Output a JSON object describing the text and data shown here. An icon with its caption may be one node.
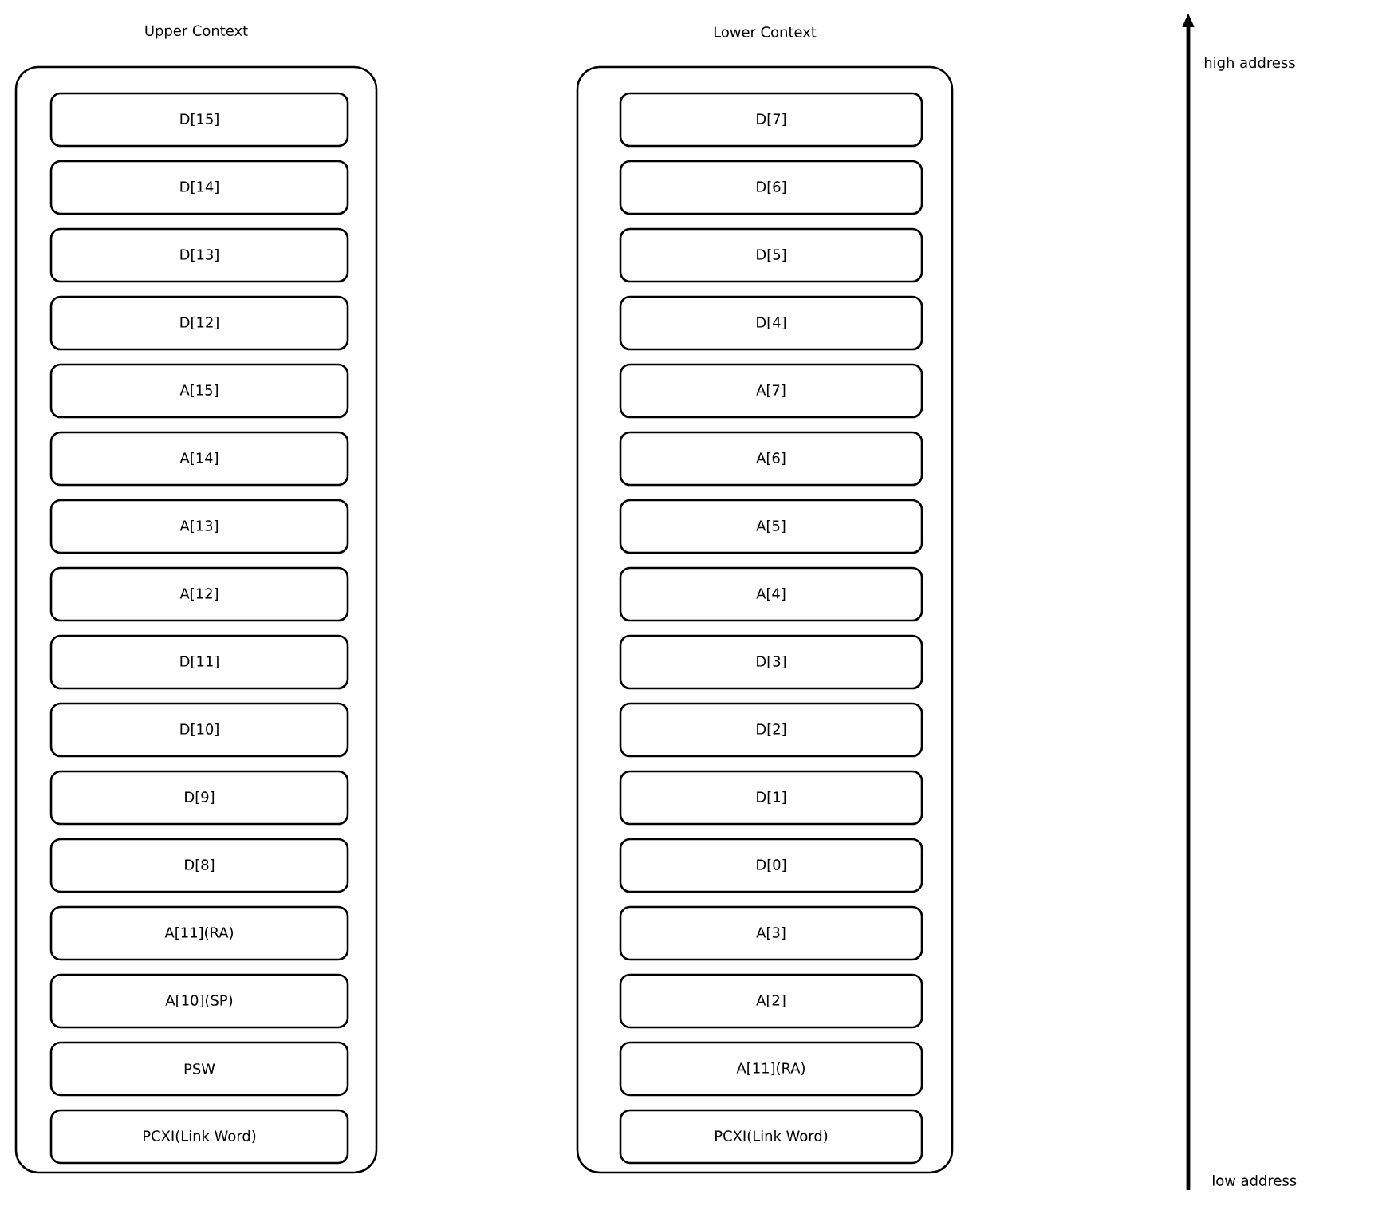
{
  "diagram": {
    "nodes": [
      {
        "text": [
          "Upper Context"
        ]
      },
      {
        "text": [
          "D[15]"
        ],
        "in": 0
      },
      {
        "text": [
          "D[14]"
        ],
        "in": 0
      },
      {
        "text": [
          "D[13]"
        ],
        "in": 0
      },
      {
        "text": [
          "D[12]"
        ],
        "in": 0
      },
      {
        "text": [
          "A[15]"
        ],
        "in": 0
      },
      {
        "text": [
          "A[14]"
        ],
        "in": 0
      },
      {
        "text": [
          "A[13]"
        ],
        "in": 0
      },
      {
        "text": [
          "A[12]"
        ],
        "in": 0
      },
      {
        "text": [
          "D[11]"
        ],
        "in": 0
      },
      {
        "text": [
          "D[10]"
        ],
        "in": 0
      },
      {
        "text": [
          "D[9]"
        ],
        "in": 0
      },
      {
        "text": [
          "D[8]"
        ],
        "in": 0
      },
      {
        "text": [
          "A[11](RA)"
        ],
        "in": 0
      },
      {
        "text": [
          "A[10](SP)"
        ],
        "in": 0
      },
      {
        "text": [
          "PSW"
        ],
        "in": 0
      },
      {
        "text": [
          "PCXI(Link Word)"
        ],
        "in": 0
      },
      {
        "text": [
          "Lower Context"
        ]
      },
      {
        "text": [
          "D[7]"
        ],
        "in": 17
      },
      {
        "text": [
          "D[6]"
        ],
        "in": 17
      },
      {
        "text": [
          "D[5]"
        ],
        "in": 17
      },
      {
        "text": [
          "D[4]"
        ],
        "in": 17
      },
      {
        "text": [
          "A[7]"
        ],
        "in": 17
      },
      {
        "text": [
          "A[6]"
        ],
        "in": 17
      },
      {
        "text": [
          "A[5]"
        ],
        "in": 17
      },
      {
        "text": [
          "A[4]"
        ],
        "in": 17
      },
      {
        "text": [
          "D[3]"
        ],
        "in": 17
      },
      {
        "text": [
          "D[2]"
        ],
        "in": 17
      },
      {
        "text": [
          "D[1]"
        ],
        "in": 17
      },
      {
        "text": [
          "D[0]"
        ],
        "in": 17
      },
      {
        "text": [
          "A[3]"
        ],
        "in": 17
      },
      {
        "text": [
          "A[2]"
        ],
        "in": 17
      },
      {
        "text": [
          "A[11](RA)"
        ],
        "in": 17
      },
      {
        "text": [
          "PCXI(Link Word)"
        ],
        "in": 17
      }
    ],
    "labels": [
      "high address",
      "low address"
    ]
  }
}
